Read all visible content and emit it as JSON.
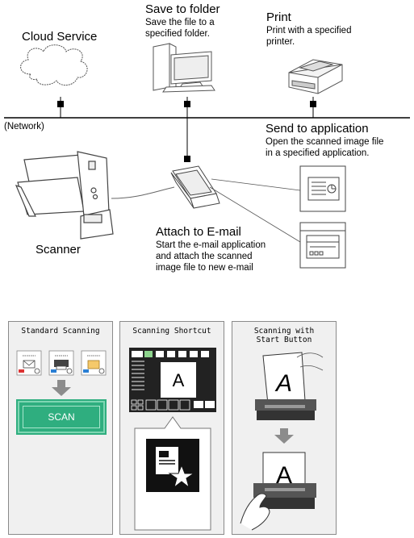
{
  "network": {
    "label": "(Network)",
    "cloud_service": {
      "title": "Cloud Service"
    },
    "save_to_folder": {
      "title": "Save to folder",
      "desc": [
        "Save the file to a",
        "specified folder."
      ]
    },
    "print": {
      "title": "Print",
      "desc": [
        "Print with a specified",
        "printer."
      ]
    },
    "send_to_application": {
      "title": "Send to application",
      "desc": [
        "Open the scanned image file",
        "in a specified application."
      ]
    },
    "attach_to_email": {
      "title": "Attach to E-mail",
      "desc": [
        "Start the e-mail application",
        "and attach the scanned",
        "image file to new e-mail"
      ]
    },
    "scanner": {
      "title": "Scanner"
    }
  },
  "panels": {
    "standard": {
      "title": "Standard Scanning",
      "scan_button": "SCAN"
    },
    "shortcut": {
      "title": "Scanning Shortcut",
      "preview_letter": "A"
    },
    "start_button": {
      "title": "Scanning with\nStart Button",
      "paper_letter_top": "A",
      "paper_letter_bottom": "A"
    }
  },
  "colors": {
    "scan_green": "#2fae7f",
    "arrow_gray": "#8c8c8c",
    "panel_bg": "#f0f0f0"
  }
}
